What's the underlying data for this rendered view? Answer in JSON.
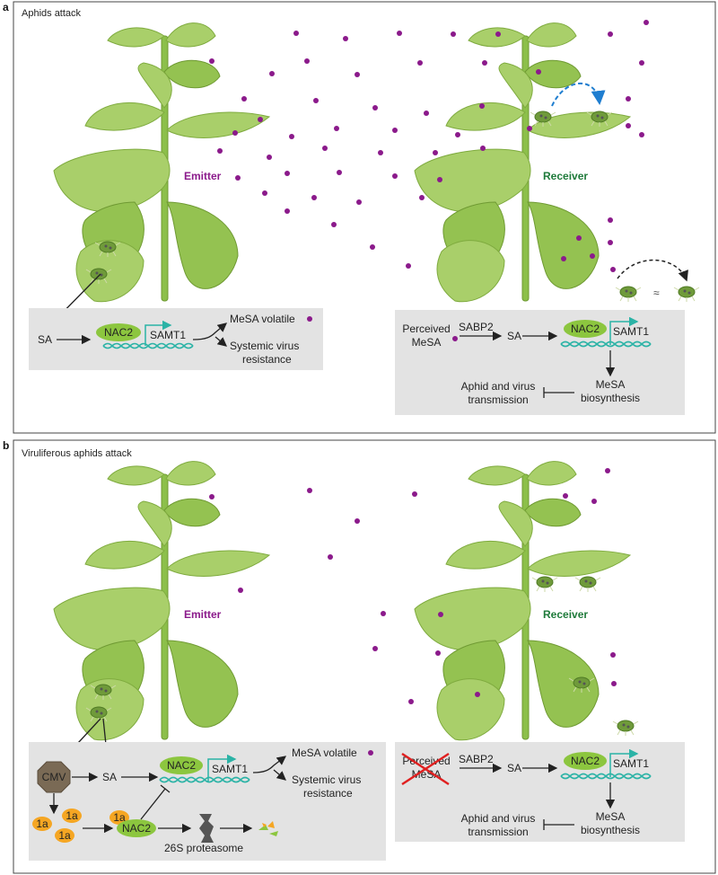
{
  "panels": {
    "a": {
      "letter": "a",
      "title": "Aphids attack",
      "emitter_label": "Emitter",
      "receiver_label": "Receiver",
      "left_box": {
        "sa": "SA",
        "nac2": "NAC2",
        "samt1": "SAMT1",
        "mesa_volatile": "MeSA volatile",
        "systemic_line1": "Systemic virus",
        "systemic_line2": "resistance"
      },
      "right_box": {
        "perceived_line1": "Perceived",
        "perceived_line2": "MeSA",
        "sabp2": "SABP2",
        "sa": "SA",
        "nac2": "NAC2",
        "samt1": "SAMT1",
        "mesa_line1": "MeSA",
        "mesa_line2": "biosynthesis",
        "aphid_line1": "Aphid and virus",
        "aphid_line2": "transmission"
      }
    },
    "b": {
      "letter": "b",
      "title": "Viruliferous aphids attack",
      "emitter_label": "Emitter",
      "receiver_label": "Receiver",
      "left_box": {
        "cmv": "CMV",
        "sa": "SA",
        "nac2": "NAC2",
        "samt1": "SAMT1",
        "mesa_volatile": "MeSA volatile",
        "systemic_line1": "Systemic virus",
        "systemic_line2": "resistance",
        "one_a": "1a",
        "nac2_bound": "NAC2",
        "proteasome": "26S proteasome"
      },
      "right_box": {
        "perceived_line1": "Perceived",
        "perceived_line2": "MeSA",
        "sabp2": "SABP2",
        "sa": "SA",
        "nac2": "NAC2",
        "samt1": "SAMT1",
        "mesa_line1": "MeSA",
        "mesa_line2": "biosynthesis",
        "aphid_line1": "Aphid and virus",
        "aphid_line2": "transmission"
      }
    }
  },
  "colors": {
    "mesa_dot": "#8b1a8b",
    "emitter": "#8b1a8b",
    "receiver": "#1e7a3a",
    "nac2": "#8cc63f",
    "one_a": "#f5a623",
    "cmv": "#7a6a55",
    "dna": "#2bb3a6",
    "box": "#e3e3e3",
    "blocked": "#e02020"
  }
}
